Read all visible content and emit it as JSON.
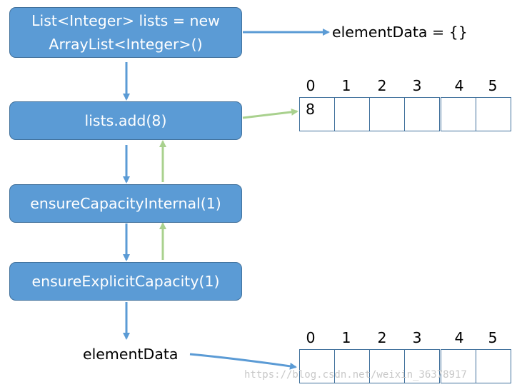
{
  "boxes": {
    "init_line1": "List<Integer> lists = new",
    "init_line2": "ArrayList<Integer>()",
    "add": "lists.add(8)",
    "internal": "ensureCapacityInternal(1)",
    "explicit": "ensureExplicitCapacity(1)"
  },
  "labels": {
    "empty_data": "elementData = {}",
    "element_data": "elementData"
  },
  "top_array": {
    "indices": [
      "0",
      "1",
      "2",
      "3",
      "4",
      "5"
    ],
    "cells": [
      "8",
      "",
      "",
      "",
      "",
      ""
    ]
  },
  "bottom_array": {
    "indices": [
      "0",
      "1",
      "2",
      "3",
      "4",
      "5"
    ],
    "cells": [
      "",
      "",
      "",
      "",
      "",
      ""
    ]
  },
  "watermark": "https://blog.csdn.net/weixin_36378917",
  "colors": {
    "box_fill": "#5b9bd5",
    "call_arrow": "#5b9bd5",
    "return_arrow": "#a9d18e"
  }
}
